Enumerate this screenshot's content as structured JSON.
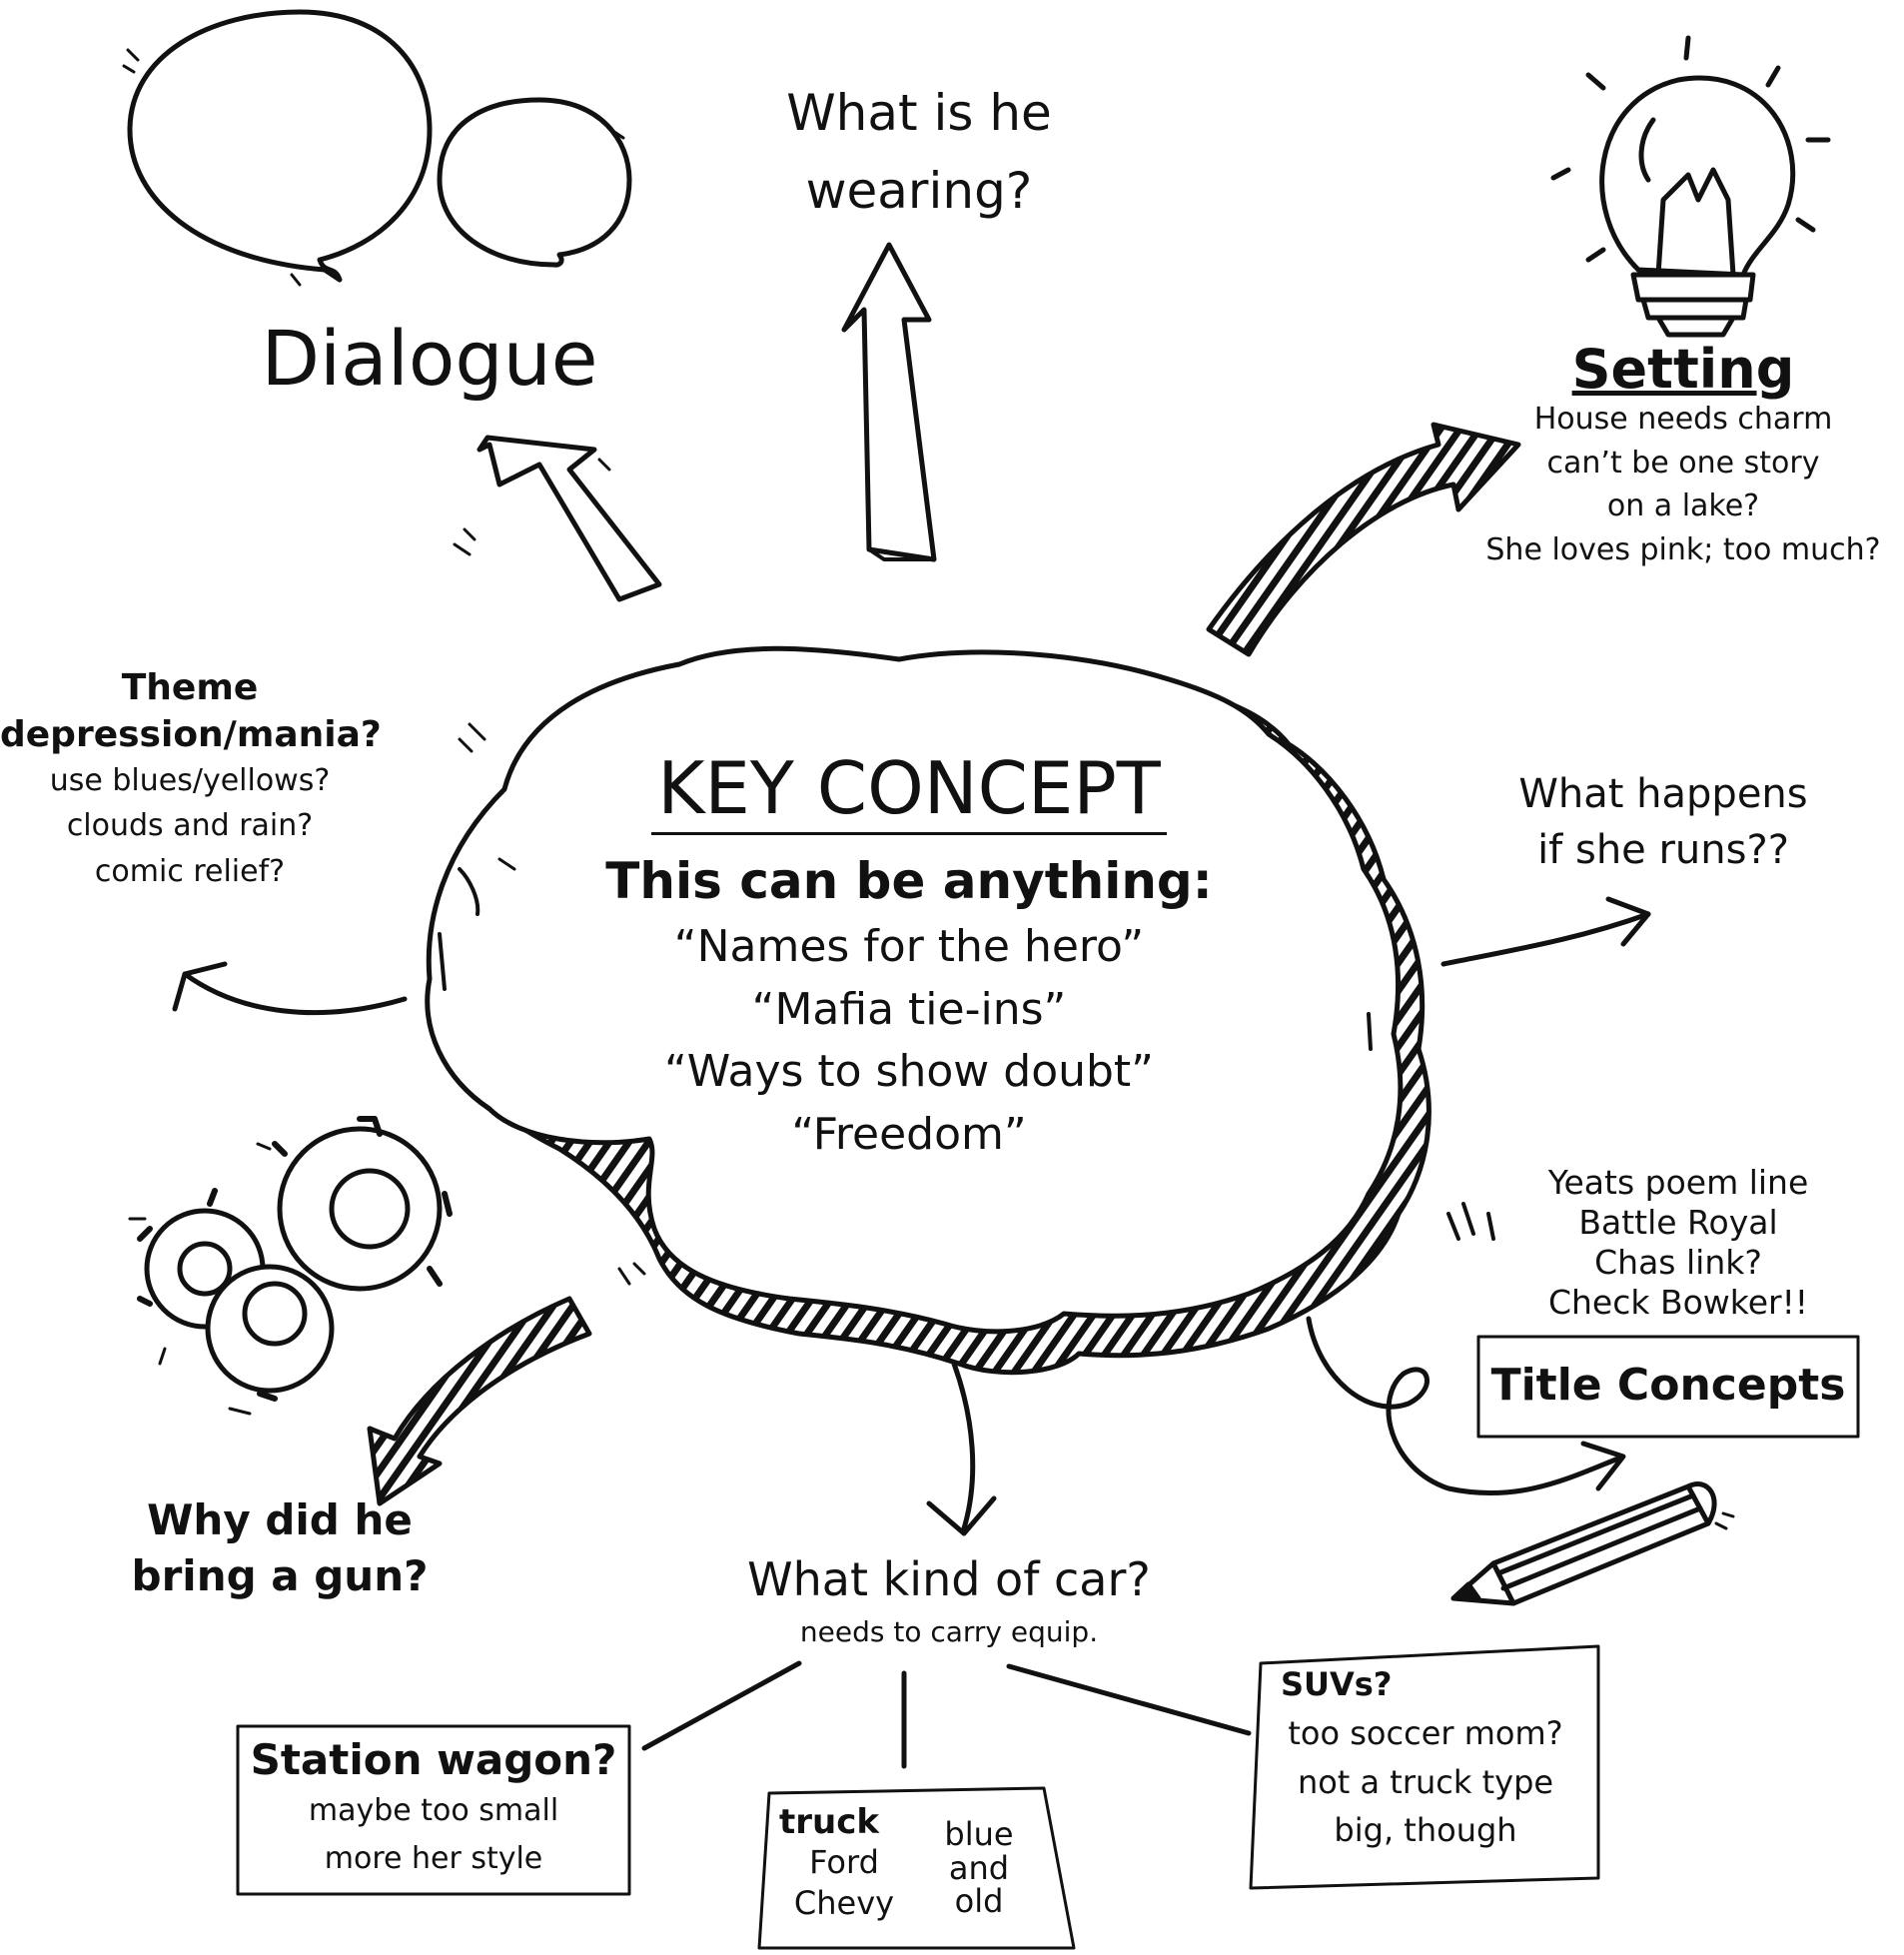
{
  "central": {
    "title": "KEY CONCEPT",
    "subtitle": "This can be anything:",
    "examples": [
      "“Names for the hero”",
      "“Mafia tie-ins”",
      "“Ways to show doubt”",
      "“Freedom”"
    ]
  },
  "dialogue": {
    "label": "Dialogue"
  },
  "wearing": {
    "lines": [
      "What is he",
      "wearing?"
    ]
  },
  "setting": {
    "title": "Setting",
    "notes": [
      "House needs charm",
      "can’t be one story",
      "on a lake?",
      "She loves pink; too much?"
    ]
  },
  "theme": {
    "title": "Theme",
    "subtitle": "depression/mania?",
    "notes": [
      "use blues/yellows?",
      "clouds and rain?",
      "comic relief?"
    ]
  },
  "runs": {
    "lines": [
      "What happens",
      "if she runs??"
    ]
  },
  "title_concepts": {
    "notes": [
      "Yeats poem line",
      "Battle Royal",
      "Chas link?",
      "Check Bowker!!"
    ],
    "label": "Title Concepts"
  },
  "gun": {
    "lines": [
      "Why did he",
      "bring a gun?"
    ]
  },
  "car": {
    "title": "What kind of car?",
    "subtitle": "needs to carry equip."
  },
  "station_wagon": {
    "title": "Station wagon?",
    "notes": [
      "maybe too small",
      "more her style"
    ]
  },
  "truck": {
    "title": "truck",
    "makes": [
      "Ford",
      "Chevy"
    ],
    "notes": [
      "blue",
      "and",
      "old"
    ]
  },
  "suvs": {
    "title": "SUVs?",
    "notes": [
      "too soccer mom?",
      "not a truck type",
      "big, though"
    ]
  },
  "icons": [
    "speech-bubbles-icon",
    "light-bulb-icon",
    "gears-icon",
    "pencil-icon"
  ],
  "colors": {
    "ink": "#111111",
    "background": "#ffffff"
  }
}
